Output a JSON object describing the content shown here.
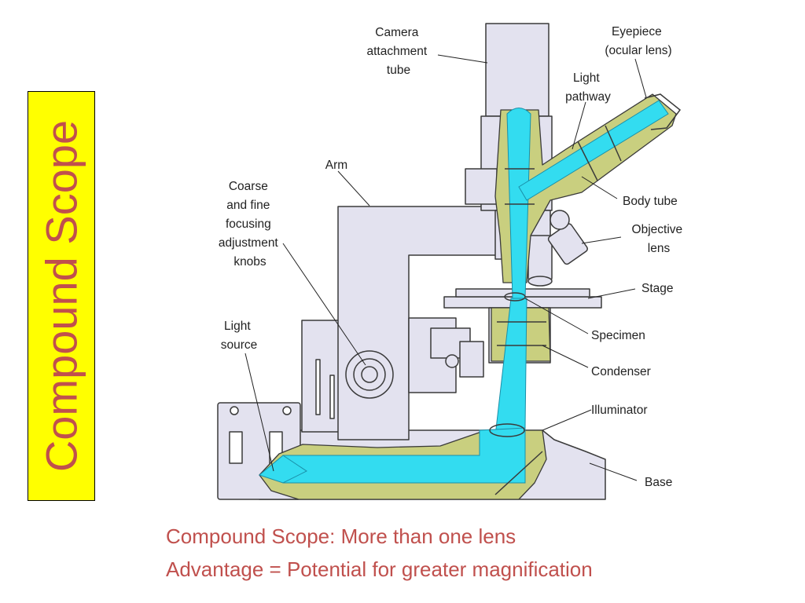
{
  "side_title": "Compound Scope",
  "labels": {
    "camera": [
      "Camera",
      "attachment",
      "tube"
    ],
    "eyepiece": [
      "Eyepiece",
      "(ocular lens)"
    ],
    "light_pathway": [
      "Light",
      "pathway"
    ],
    "arm": "Arm",
    "coarse": [
      "Coarse",
      "and fine",
      "focusing",
      "adjustment",
      "knobs"
    ],
    "body_tube": "Body tube",
    "objective": [
      "Objective",
      "lens"
    ],
    "stage": "Stage",
    "light_source": [
      "Light",
      "source"
    ],
    "specimen": "Specimen",
    "condenser": "Condenser",
    "illuminator": "Illuminator",
    "base": "Base"
  },
  "captions": {
    "line1": "Compound Scope: More than one lens",
    "line2": "Advantage = Potential for greater magnification"
  },
  "colors": {
    "title_bg": "#ffff00",
    "accent_text": "#c0504d",
    "body": "#e3e2ef",
    "outline": "#3a3a3a",
    "olive": "#c9cf7f",
    "light": "#33dcf0"
  }
}
